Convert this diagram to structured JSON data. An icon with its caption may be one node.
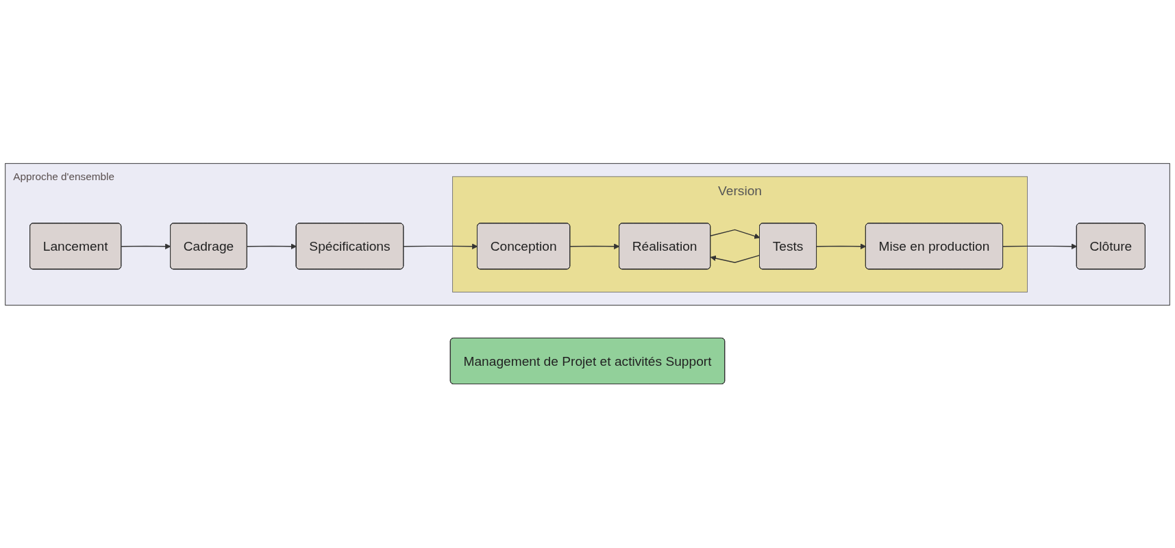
{
  "diagram": {
    "nodes": [
      {
        "text": [
          "Management de Projet et activités Support"
        ]
      },
      {
        "text": [
          "Approche d'ensemble"
        ]
      },
      {
        "text": [
          "Lancement"
        ],
        "in": 1
      },
      {
        "text": [
          "Cadrage"
        ],
        "in": 1
      },
      {
        "text": [
          "Spécifications"
        ],
        "in": 1
      },
      {
        "text": [
          "Version"
        ],
        "in": 1
      },
      {
        "text": [
          "Conception"
        ],
        "in": 5
      },
      {
        "text": [
          "Réalisation"
        ],
        "in": 5
      },
      {
        "text": [
          "Tests"
        ],
        "in": 5
      },
      {
        "text": [
          "Mise en production"
        ],
        "in": 5
      },
      {
        "text": [
          "Clôture"
        ],
        "in": 1
      }
    ],
    "edges": [
      {
        "from": 2,
        "to": 3,
        "arrow": "to"
      },
      {
        "from": 3,
        "to": 4,
        "arrow": "to"
      },
      {
        "from": 4,
        "to": 6,
        "arrow": "to"
      },
      {
        "from": 6,
        "to": 7,
        "arrow": "to"
      },
      {
        "from": 7,
        "to": 8,
        "arrow": "to"
      },
      {
        "from": 8,
        "to": 9,
        "arrow": "to"
      },
      {
        "from": 8,
        "to": 7,
        "arrow": "to"
      },
      {
        "from": 9,
        "to": 10,
        "arrow": "to"
      }
    ]
  }
}
